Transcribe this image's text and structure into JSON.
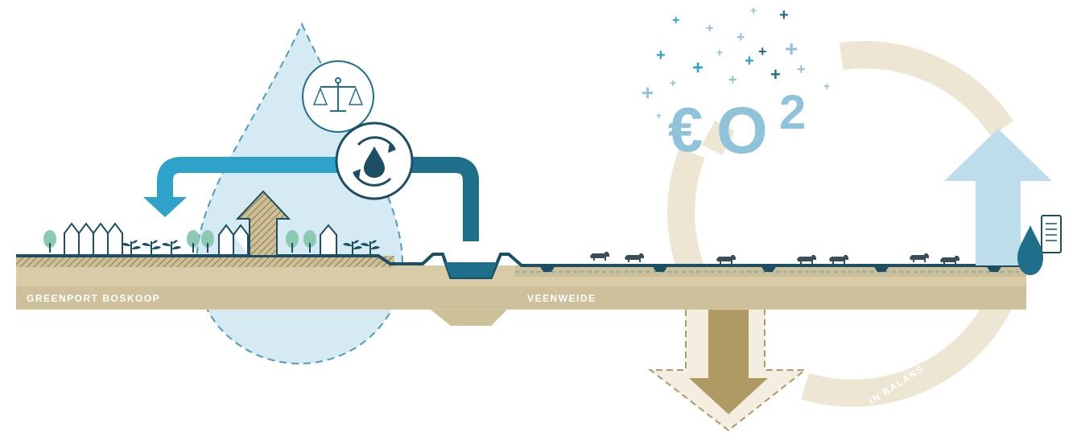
{
  "labels": {
    "region_left": "GREENPORT BOSKOOP",
    "region_right": "VEENWEIDE",
    "cycle": "IN BALANS"
  },
  "co2_badge": {
    "currency_glyph": "€",
    "letter": "O",
    "superscript": "2"
  },
  "icons": [
    "scales-icon",
    "water-cycle-icon",
    "tree-icon",
    "greenhouse-icon",
    "crop-plant-icon",
    "cow-icon",
    "water-drop-icon",
    "water-level-gauge-icon",
    "plus-icon"
  ],
  "colors": {
    "water_light": "#d6eaf3",
    "water_dash": "#4a9cc0",
    "water_blue": "#2fa2c9",
    "water_dark": "#1f6f8b",
    "navy": "#1c4f63",
    "soil": "#cdbf98",
    "soil_dark": "#b09a64",
    "soil_band": "#d8cba7",
    "cycle_beige": "#ece6d3",
    "arrow_up_blue": "#bcdde9",
    "co2_blue": "#8fc3d9",
    "tree_green": "#8cc9b3"
  }
}
